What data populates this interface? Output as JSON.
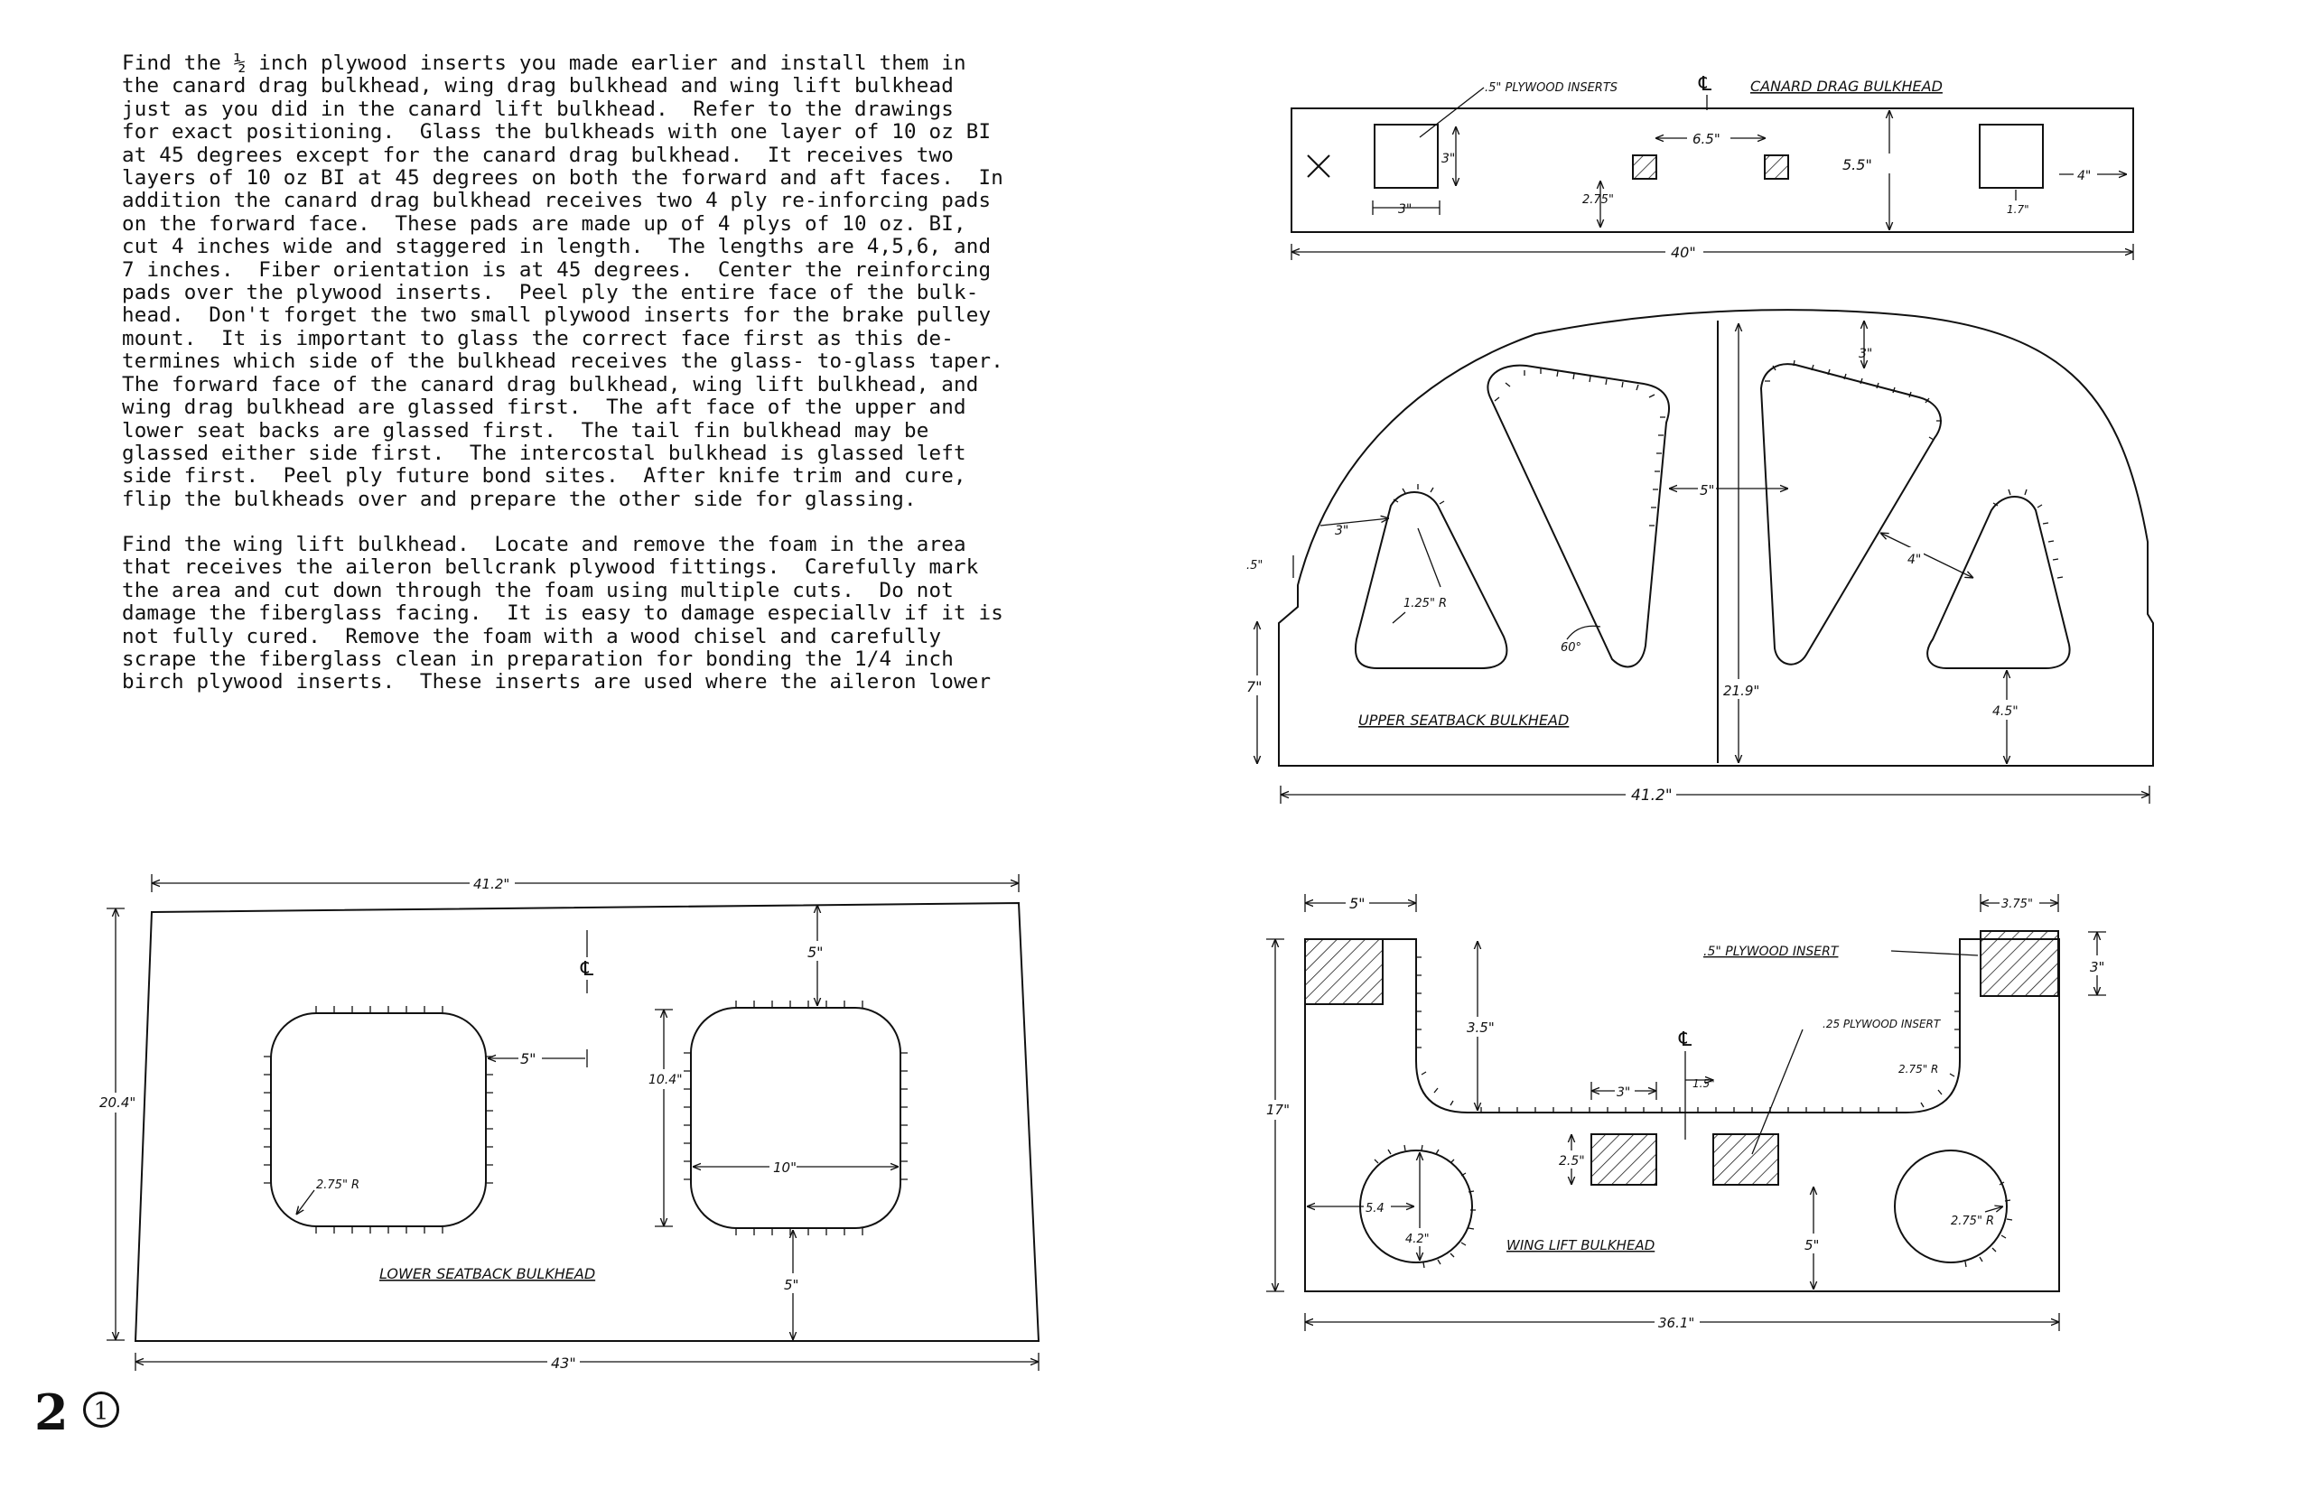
{
  "text": {
    "paragraph1_lines": [
      "Find the ½ inch plywood inserts you made earlier and install them in",
      "the canard drag bulkhead, wing drag bulkhead and wing lift bulkhead",
      "just as you did in the canard lift bulkhead.  Refer to the drawings",
      "for exact positioning.  Glass the bulkheads with one layer of 10 oz BI",
      "at 45 degrees except for the canard drag bulkhead.  It receives two",
      "layers of 10 oz BI at 45 degrees on both the forward and aft faces.  In",
      "addition the canard drag bulkhead receives two 4 ply re-inforcing pads",
      "on the forward face.  These pads are made up of 4 plys of 10 oz. BI,",
      "cut 4 inches wide and staggered in length.  The lengths are 4,5,6, and",
      "7 inches.  Fiber orientation is at 45 degrees.  Center the reinforcing",
      "pads over the plywood inserts.  Peel ply the entire face of the bulk-",
      "head.  Don't forget the two small plywood inserts for the brake pulley",
      "mount.  It is important to glass the correct face first as this de-",
      "termines which side of the bulkhead receives the glass- to-glass taper.",
      "The forward face of the canard drag bulkhead, wing lift bulkhead, and",
      "wing drag bulkhead are glassed first.  The aft face of the upper and",
      "lower seat backs are glassed first.  The tail fin bulkhead may be",
      "glassed either side first.  The intercostal bulkhead is glassed left",
      "side first.  Peel ply future bond sites.  After knife trim and cure,",
      "flip the bulkheads over and prepare the other side for glassing."
    ],
    "paragraph2_lines": [
      "Find the wing lift bulkhead.  Locate and remove the foam in the area",
      "that receives the aileron bellcrank plywood fittings.  Carefully mark",
      "the area and cut down through the foam using multiple cuts.  Do not",
      "damage the fiberglass facing.  It is easy to damage especiallv if it is",
      "not fully cured.  Remove the foam with a wood chisel and carefully",
      "scrape the fiberglass clean in preparation for bonding the 1/4 inch",
      "birch plywood inserts.  These inserts are used where the aileron lower"
    ]
  },
  "page_number": "2",
  "circled_number": "1",
  "canard_drag": {
    "title": "CANARD DRAG BULKHEAD",
    "insert_label": ".5\" PLYWOOD INSERTS",
    "centerline": "℄",
    "dims": {
      "width": "40\"",
      "spacing": "6.5\"",
      "height": "5.5\"",
      "insert_h": "3\"",
      "insert_w": "3\"",
      "offset": "2.75\"",
      "right_w": "4\"",
      "right_off": "1.7\""
    }
  },
  "upper_seatback": {
    "title": "UPPER SEATBACK BULKHEAD",
    "dims": {
      "width": "41.2\"",
      "height": "21.9\"",
      "side": "7\"",
      "top_gap": "3\"",
      "mid_gap": "5\"",
      "edge_a": "3\"",
      "edge_b": "4\"",
      "radius": "1.25\" R",
      "angle": "60°",
      "bottom": "4.5\"",
      "notch": ".5\""
    }
  },
  "lower_seatback": {
    "title": "LOWER SEATBACK BULKHEAD",
    "centerline": "℄",
    "dims": {
      "top_width": "41.2\"",
      "bottom_width": "43\"",
      "height": "20.4\"",
      "gap": "5\"",
      "top": "5\"",
      "bottom": "5\"",
      "opening_h": "10.4\"",
      "opening_w": "10\"",
      "radius": "2.75\" R"
    }
  },
  "wing_lift": {
    "title": "WING LIFT BULKHEAD",
    "centerline": "℄",
    "insert_half": ".5\" PLYWOOD INSERT",
    "insert_quarter": ".25 PLYWOOD INSERT",
    "dims": {
      "width": "36.1\"",
      "height": "17\"",
      "left_w": "5\"",
      "right_w": "3.75\"",
      "right_h": "3\"",
      "notch_depth": "3.5\"",
      "insert_w": "3\"",
      "center_off": "1.5\"",
      "insert_h": "2.5\"",
      "bottom": "5\"",
      "radius": "2.75\" R",
      "circle_off": "5.4",
      "circle_d": "4.2\""
    }
  }
}
